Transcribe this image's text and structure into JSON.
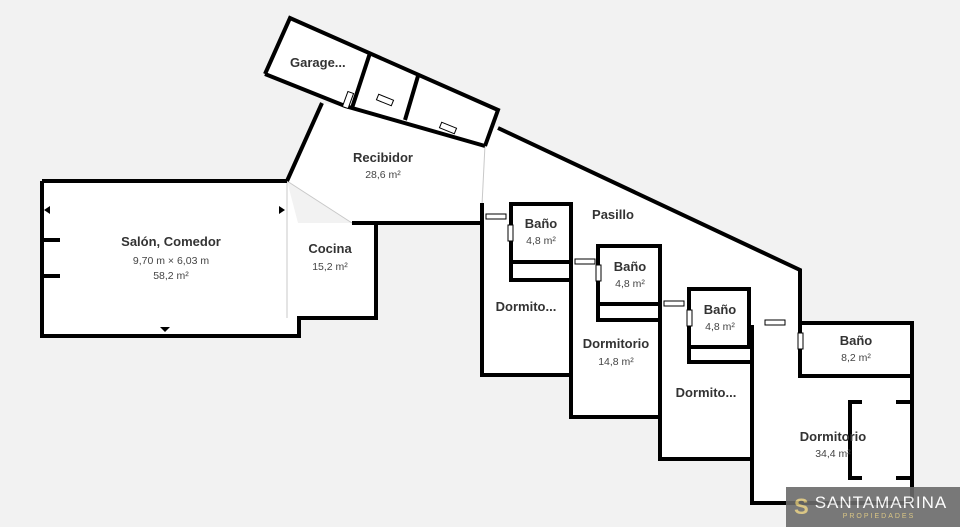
{
  "rooms": {
    "garage": {
      "name": "Garage..."
    },
    "recibidor": {
      "name": "Recibidor",
      "area": "28,6 m²"
    },
    "salon": {
      "name": "Salón, Comedor",
      "dims": "9,70 m × 6,03 m",
      "area": "58,2 m²"
    },
    "cocina": {
      "name": "Cocina",
      "area": "15,2 m²"
    },
    "pasillo": {
      "name": "Pasillo"
    },
    "bano1": {
      "name": "Baño",
      "area": "4,8 m²"
    },
    "dormitorio1": {
      "name": "Dormito..."
    },
    "bano2": {
      "name": "Baño",
      "area": "4,8 m²"
    },
    "dormitorio2": {
      "name": "Dormitorio",
      "area": "14,8 m²"
    },
    "bano3": {
      "name": "Baño",
      "area": "4,8 m²"
    },
    "dormitorio3": {
      "name": "Dormito..."
    },
    "bano4": {
      "name": "Baño",
      "area": "8,2 m²"
    },
    "dormitorio4": {
      "name": "Dormitorio",
      "area": "34,4 m²"
    }
  },
  "logo": {
    "name": "SANTAMARINA",
    "tagline": "PROPIEDADES",
    "mark": "S"
  },
  "colors": {
    "background": "#f2f2f2",
    "wall": "#000000",
    "floor": "#ffffff",
    "logo_bg": "#6b6b6b",
    "logo_accent": "#d8c27a"
  }
}
